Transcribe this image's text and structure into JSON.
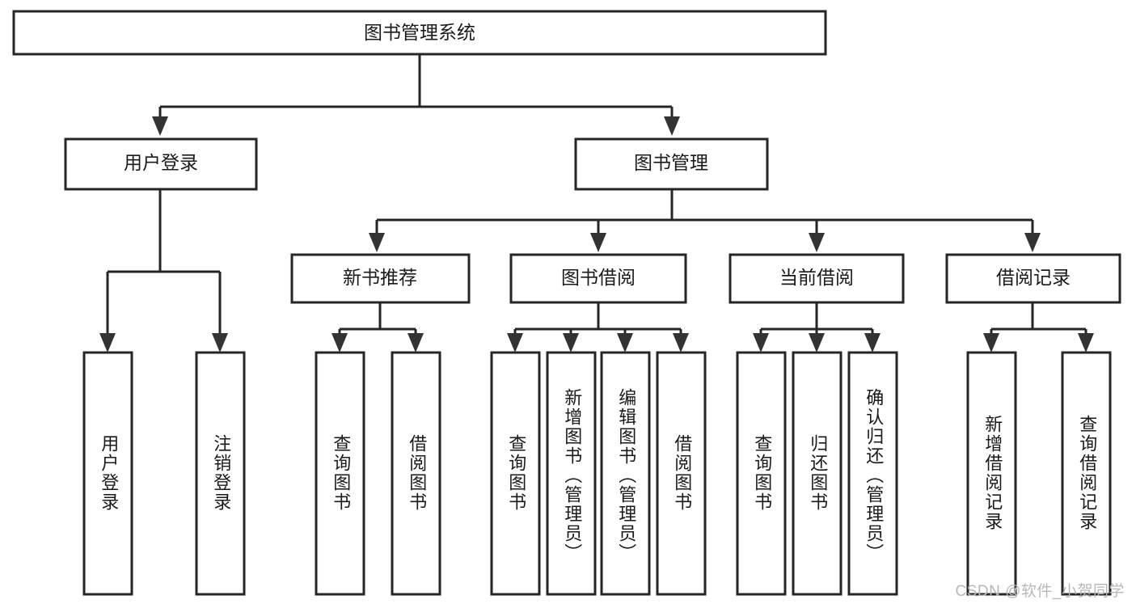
{
  "diagram": {
    "type": "tree",
    "title": "图书管理系统",
    "watermark": "CSDN @软件_小贺同学",
    "colors": {
      "background": "#ffffff",
      "stroke": "#262626",
      "text": "#1a1a1a",
      "watermark": "#b8b8b8"
    },
    "nodes": {
      "root": "图书管理系统",
      "level2": [
        "用户登录",
        "图书管理"
      ],
      "level3": [
        "新书推荐",
        "图书借阅",
        "当前借阅",
        "借阅记录"
      ],
      "leaves": {
        "user_login": [
          "用户登录",
          "注销登录"
        ],
        "new_book_recommend": [
          "查询图书",
          "借阅图书"
        ],
        "book_borrow": [
          "查询图书",
          "新增图书（管理员）",
          "编辑图书（管理员）",
          "借阅图书"
        ],
        "current_borrow": [
          "查询图书",
          "归还图书",
          "确认归还（管理员）"
        ],
        "borrow_record": [
          "新增借阅记录",
          "查询借阅记录"
        ]
      }
    }
  }
}
